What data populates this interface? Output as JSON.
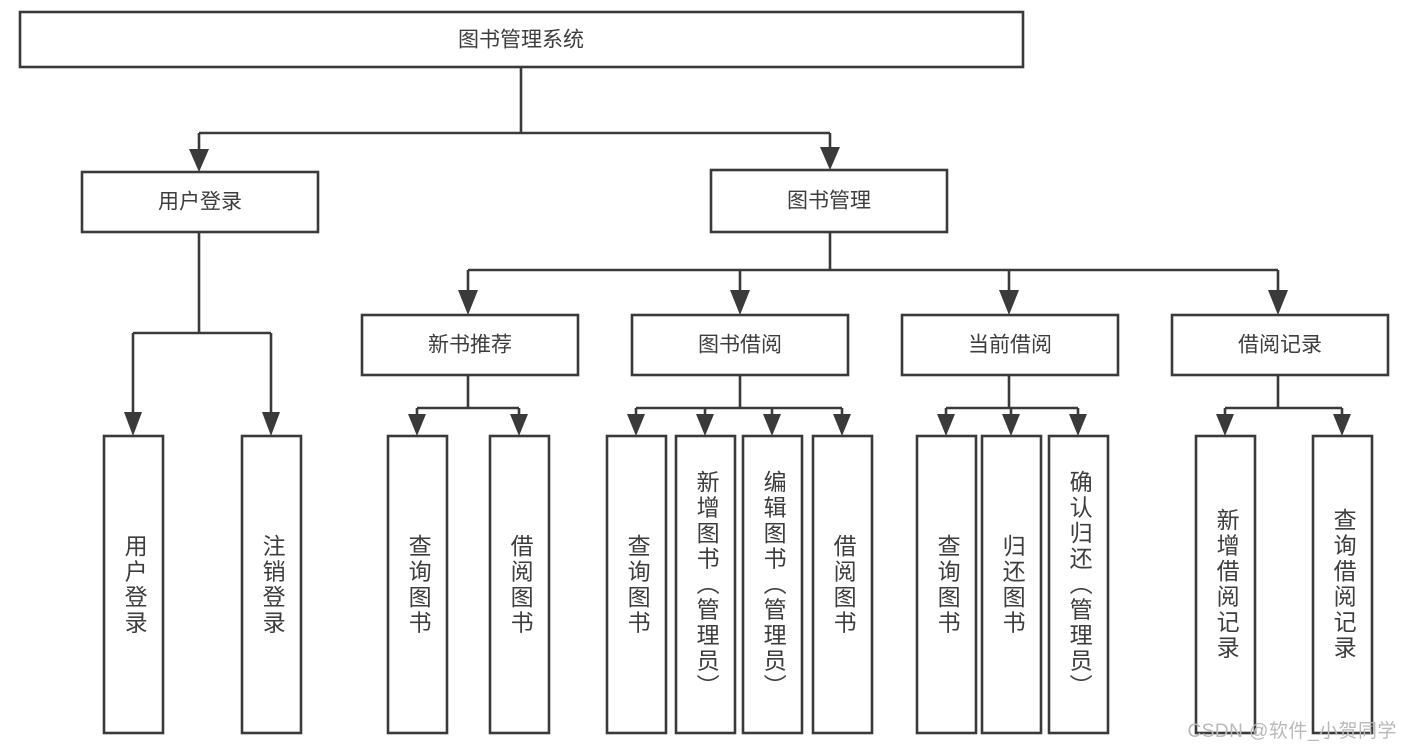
{
  "diagram": {
    "type": "tree-hierarchy-chart",
    "title": "图书管理系统",
    "colors": {
      "background": "#ffffff",
      "box_stroke": "#3a3a3a",
      "box_fill": "#ffffff",
      "text": "#3d3d3d",
      "connector": "#3a3a3a",
      "watermark": "#b9b9b9"
    },
    "root": {
      "id": "root",
      "label": "图书管理系统",
      "orientation": "horizontal"
    },
    "level1": [
      {
        "id": "user-login",
        "label": "用户登录",
        "orientation": "horizontal"
      },
      {
        "id": "book-manage",
        "label": "图书管理",
        "orientation": "horizontal"
      }
    ],
    "level2": [
      {
        "id": "new-book-recommend",
        "label": "新书推荐",
        "parent": "book-manage",
        "orientation": "horizontal"
      },
      {
        "id": "book-borrow",
        "label": "图书借阅",
        "parent": "book-manage",
        "orientation": "horizontal"
      },
      {
        "id": "current-borrow",
        "label": "当前借阅",
        "parent": "book-manage",
        "orientation": "horizontal"
      },
      {
        "id": "borrow-record",
        "label": "借阅记录",
        "parent": "book-manage",
        "orientation": "horizontal"
      }
    ],
    "leaves": [
      {
        "id": "leaf-user-login",
        "label": "用户登录",
        "parent": "user-login",
        "orientation": "vertical"
      },
      {
        "id": "leaf-logout-login",
        "label": "注销登录",
        "parent": "user-login",
        "orientation": "vertical"
      },
      {
        "id": "leaf-query-book-1",
        "label": "查询图书",
        "parent": "new-book-recommend",
        "orientation": "vertical"
      },
      {
        "id": "leaf-borrow-book-1",
        "label": "借阅图书",
        "parent": "new-book-recommend",
        "orientation": "vertical"
      },
      {
        "id": "leaf-query-book-2",
        "label": "查询图书",
        "parent": "book-borrow",
        "orientation": "vertical"
      },
      {
        "id": "leaf-add-book",
        "label": "新增图书（管理员）",
        "parent": "book-borrow",
        "orientation": "vertical"
      },
      {
        "id": "leaf-edit-book",
        "label": "编辑图书（管理员）",
        "parent": "book-borrow",
        "orientation": "vertical"
      },
      {
        "id": "leaf-borrow-book-2",
        "label": "借阅图书",
        "parent": "book-borrow",
        "orientation": "vertical"
      },
      {
        "id": "leaf-query-book-3",
        "label": "查询图书",
        "parent": "current-borrow",
        "orientation": "vertical"
      },
      {
        "id": "leaf-return-book",
        "label": "归还图书",
        "parent": "current-borrow",
        "orientation": "vertical"
      },
      {
        "id": "leaf-confirm-return",
        "label": "确认归还（管理员）",
        "parent": "current-borrow",
        "orientation": "vertical"
      },
      {
        "id": "leaf-add-record",
        "label": "新增借阅记录",
        "parent": "borrow-record",
        "orientation": "vertical"
      },
      {
        "id": "leaf-query-record",
        "label": "查询借阅记录",
        "parent": "borrow-record",
        "orientation": "vertical"
      }
    ],
    "watermark": "CSDN @软件_小贺同学"
  }
}
